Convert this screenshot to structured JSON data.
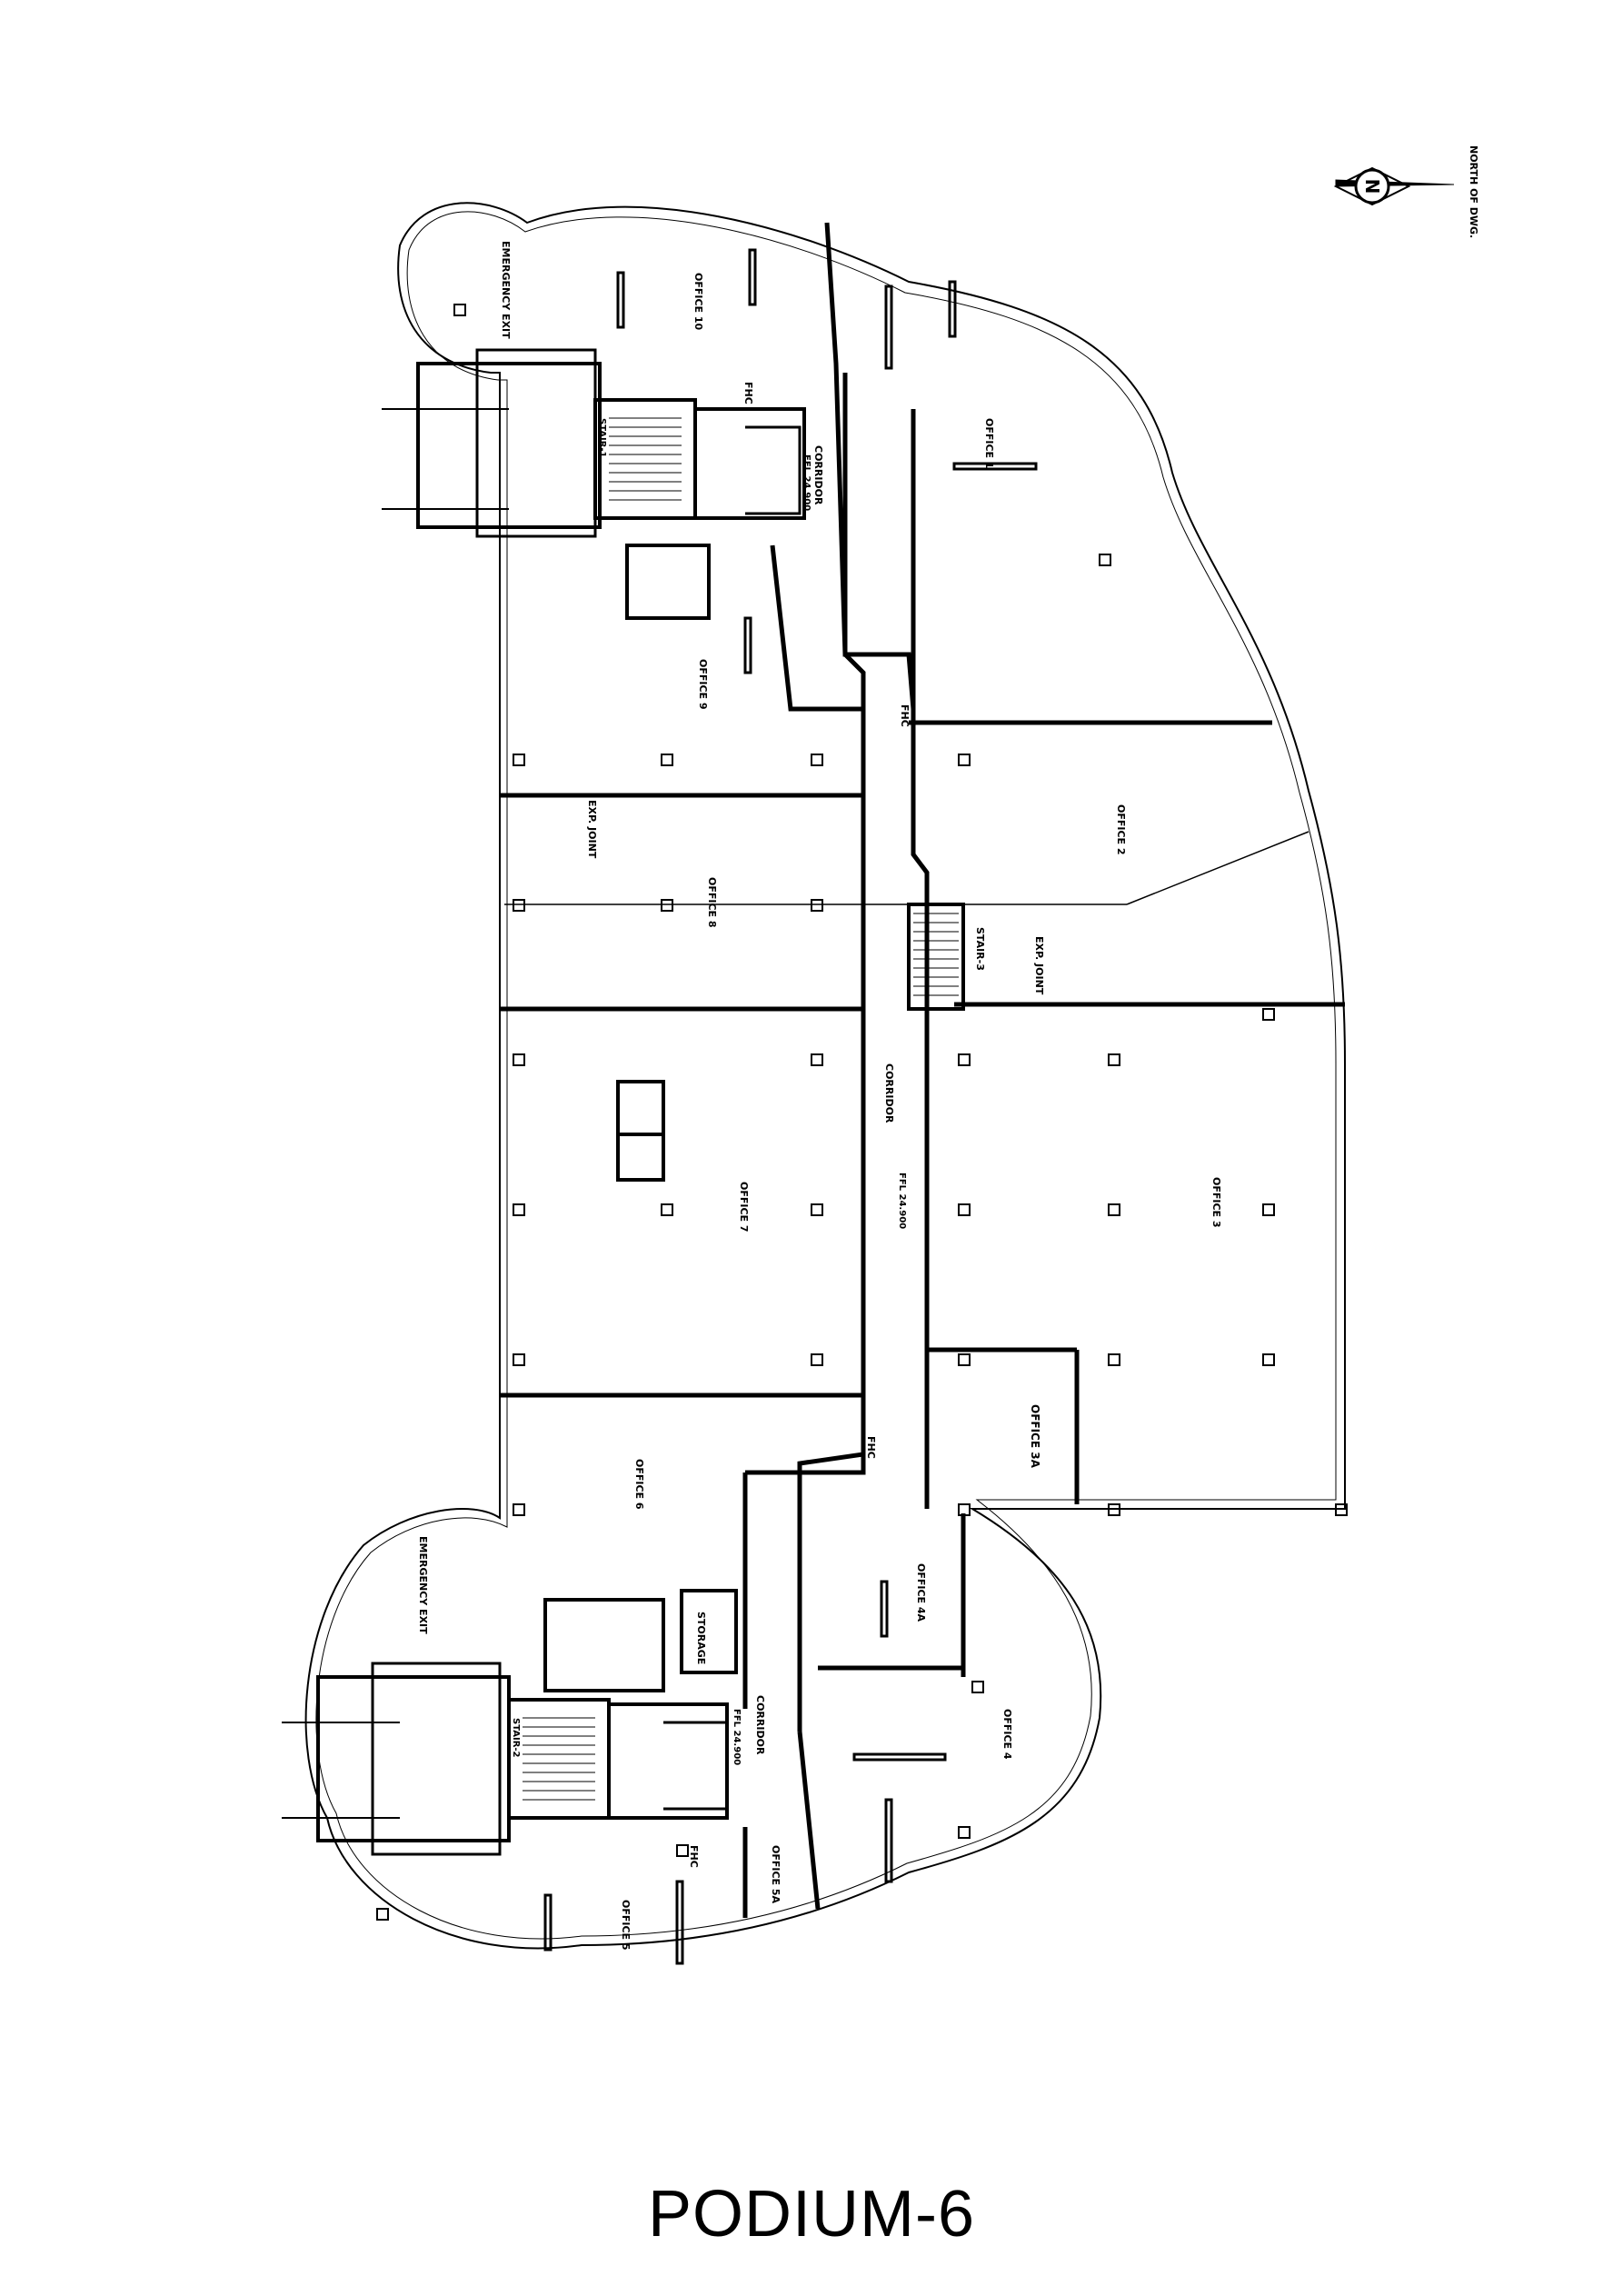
{
  "drawing_title": "PODIUM-6",
  "north_label": "NORTH OF DWG.",
  "north_letter": "N",
  "rooms": {
    "office_1": "OFFICE 1",
    "office_2": "OFFICE 2",
    "office_3": "OFFICE 3",
    "office_3a": "OFFICE 3A",
    "office_4": "OFFICE 4",
    "office_4a": "OFFICE 4A",
    "office_5": "OFFICE 5",
    "office_5a": "OFFICE 5A",
    "office_6": "OFFICE 6",
    "office_7": "OFFICE 7",
    "office_8": "OFFICE 8",
    "office_9": "OFFICE 9",
    "office_10": "OFFICE 10",
    "corridor_north": "CORRIDOR",
    "corridor_central": "CORRIDOR",
    "corridor_south": "CORRIDOR",
    "storage": "STORAGE",
    "exp_joint_1": "EXP. JOINT",
    "exp_joint_2": "EXP. JOINT",
    "stair_3": "STAIR-3",
    "stair_1": "STAIR-1",
    "stair_2": "STAIR-2",
    "ffl_1": "FFL 24.900",
    "ffl_2": "FFL 24.900",
    "ffl_3": "FFL 24.900",
    "fhc_1": "FHC",
    "fhc_2": "FHC",
    "fhc_3": "FHC",
    "fhc_4": "FHC",
    "emergency_exit_1": "EMERGENCY EXIT",
    "emergency_exit_2": "EMERGENCY EXIT"
  }
}
